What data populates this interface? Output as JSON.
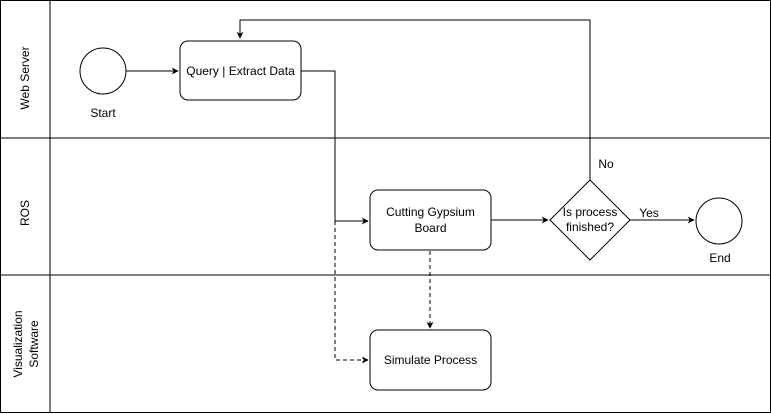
{
  "lanes": {
    "web_server": "Web Server",
    "ros": "ROS",
    "visualization_line1": "Visualization",
    "visualization_line2": "Software"
  },
  "nodes": {
    "start": "Start",
    "end": "End",
    "query": "Query | Extract Data",
    "cutting_line1": "Cutting Gypsium",
    "cutting_line2": "Board",
    "decision_line1": "Is process",
    "decision_line2": "finished?",
    "simulate": "Simulate Process"
  },
  "edges": {
    "yes": "Yes",
    "no": "No"
  },
  "colors": {
    "stroke": "#000000",
    "background": "#ffffff"
  }
}
